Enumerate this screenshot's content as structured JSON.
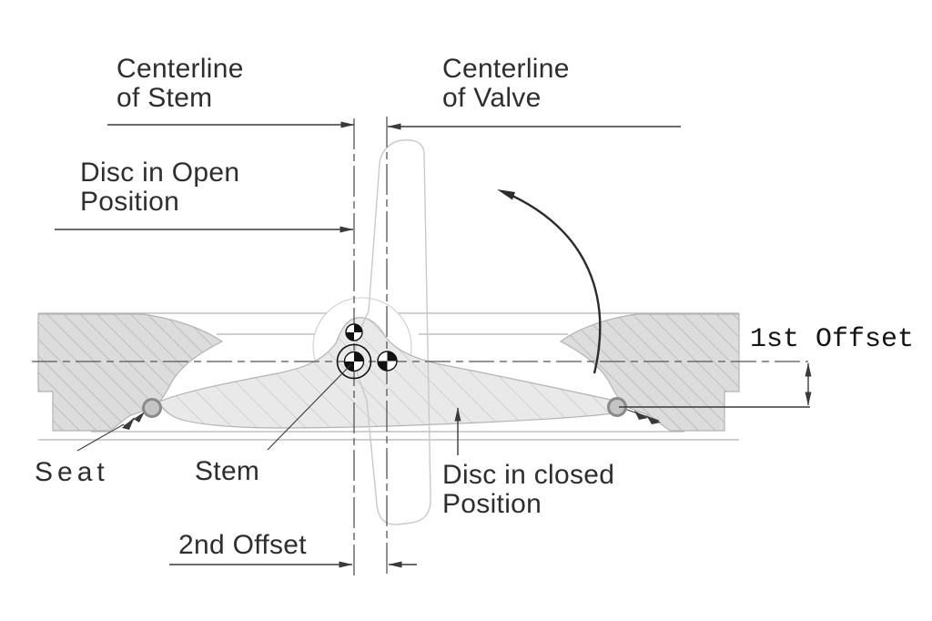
{
  "diagram": {
    "labels": {
      "centerline_of_stem": "Centerline\nof Stem",
      "centerline_of_valve": "Centerline\nof Valve",
      "disc_open": "Disc in Open\nPosition",
      "first_offset": "1st Offset",
      "seat": "Seat",
      "stem": "Stem",
      "disc_closed": "Disc in closed\nPosition",
      "second_offset": "2nd Offset"
    },
    "colors": {
      "line_dark": "#3a3a3a",
      "outline_light": "#b3b3b3",
      "body_fill": "#dcdcdc",
      "body_hatch": "#b6b6b6",
      "disc_fill": "#e9e9e9",
      "disc_hatch": "#c6c6c6",
      "text": "#2e2e2e",
      "seat_ball": "#c4c4c4",
      "seat_ball_rim": "#8a8a8a",
      "mark_ink": "#111111"
    }
  }
}
